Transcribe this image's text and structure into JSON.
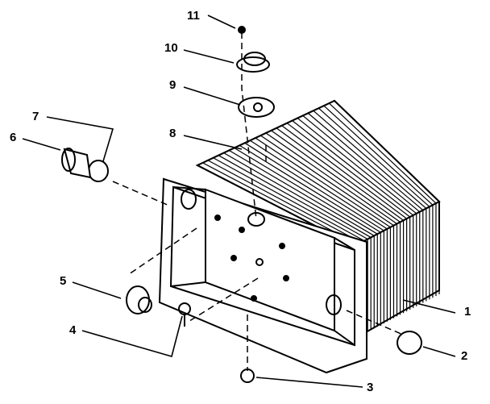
{
  "diagram": {
    "type": "exploded parts diagram",
    "callouts": [
      {
        "number": "1"
      },
      {
        "number": "2"
      },
      {
        "number": "3"
      },
      {
        "number": "4"
      },
      {
        "number": "5"
      },
      {
        "number": "6"
      },
      {
        "number": "7"
      },
      {
        "number": "8"
      },
      {
        "number": "9"
      },
      {
        "number": "10"
      },
      {
        "number": "11"
      }
    ]
  }
}
